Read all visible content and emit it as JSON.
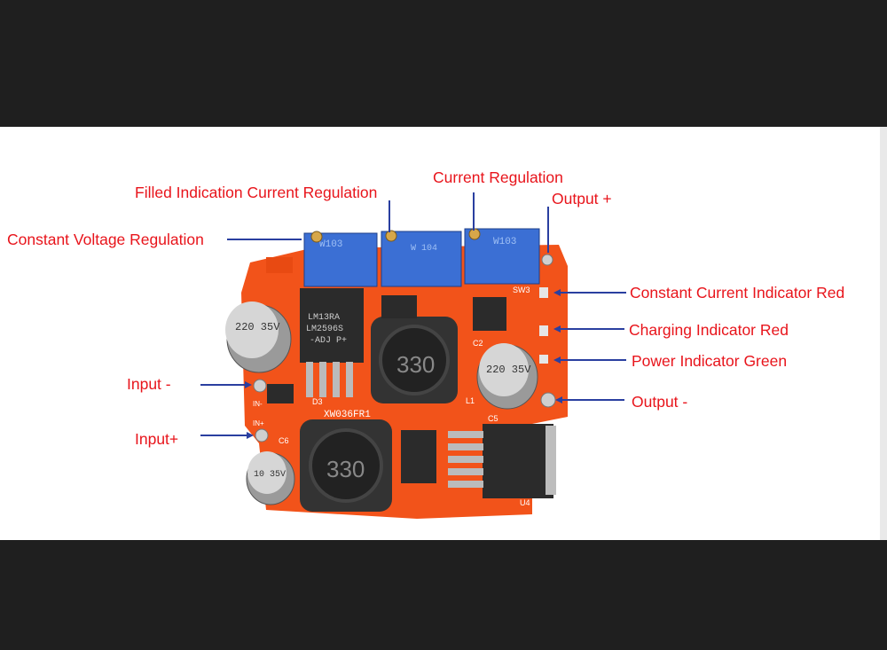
{
  "labels": {
    "constant_voltage_regulation": "Constant Voltage Regulation",
    "filled_indication_current_regulation": "Filled Indication Current Regulation",
    "current_regulation": "Current Regulation",
    "output_plus": "Output +",
    "constant_current_indicator_red": "Constant Current Indicator Red",
    "charging_indicator_red": "Charging Indicator Red",
    "power_indicator_green": "Power Indicator Green",
    "output_minus": "Output -",
    "input_minus": "Input -",
    "input_plus": "Input+"
  },
  "board_markings": {
    "pot1": "W103",
    "pot2": "W 104",
    "pot3": "W103",
    "ic1_line1": "LM13RA",
    "ic1_line2": "LM2596S",
    "ic1_line3": "-ADJ P+",
    "inductor1": "330",
    "inductor2": "330",
    "cap1": "220 35V",
    "cap2": "220 35V",
    "cap3": "10 35V",
    "board_id": "XW036FR1",
    "sw3": "SW3",
    "d3": "D3",
    "l1": "L1",
    "c2": "C2",
    "c5": "C5",
    "c6": "C6",
    "u4": "U4",
    "in_minus": "IN-",
    "in_plus": "IN+"
  },
  "colors": {
    "label_red": "#e8141b",
    "arrow_blue": "#2a3fa0",
    "pcb_orange": "#f2531a",
    "pot_blue": "#3b6fd4"
  }
}
